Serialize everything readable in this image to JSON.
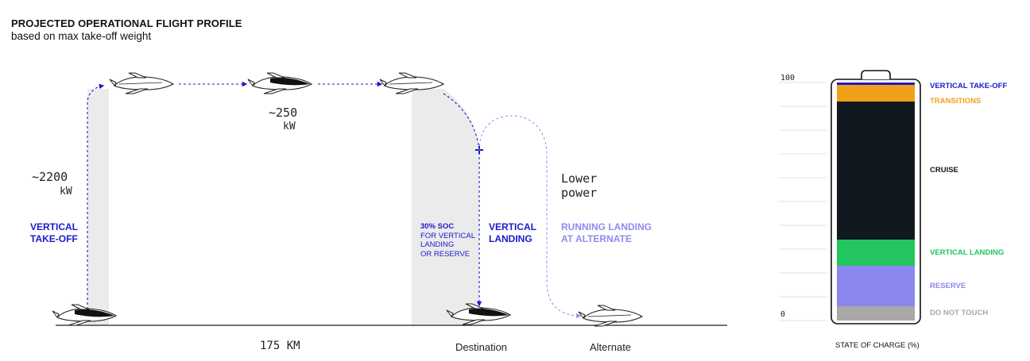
{
  "header": {
    "title": "PROJECTED OPERATIONAL FLIGHT PROFILE",
    "subtitle": "based on max take-off weight"
  },
  "profile": {
    "takeoff_power": "~2200",
    "takeoff_power_unit": "kW",
    "cruise_power": "~250",
    "cruise_power_unit": "kW",
    "lower_power_line1": "Lower",
    "lower_power_line2": "power",
    "vertical_takeoff_line1": "VERTICAL",
    "vertical_takeoff_line2": "TAKE-OFF",
    "soc_line1": "30% SOC",
    "soc_line2": "FOR VERTICAL",
    "soc_line3": "LANDING",
    "soc_line4": "OR RESERVE",
    "vertical_landing_line1": "VERTICAL",
    "vertical_landing_line2": "LANDING",
    "running_landing_line1": "RUNNING LANDING",
    "running_landing_line2": "AT ALTERNATE",
    "distance": "175 KM",
    "destination": "Destination",
    "alternate": "Alternate"
  },
  "battery": {
    "tick_top": "100",
    "tick_bottom": "0",
    "axis_title": "STATE OF CHARGE (%)",
    "segments": [
      {
        "name": "VERTICAL TAKE-OFF",
        "color": "#1a1acc",
        "percent": 1
      },
      {
        "name": "TRANSITIONS",
        "color": "#f0a018",
        "percent": 7
      },
      {
        "name": "CRUISE",
        "color": "#111820",
        "percent": 58
      },
      {
        "name": "VERTICAL LANDING",
        "color": "#22c55e",
        "percent": 11
      },
      {
        "name": "RESERVE",
        "color": "#8b87f0",
        "percent": 17
      },
      {
        "name": "DO NOT TOUCH",
        "color": "#a8a8a8",
        "percent": 6
      }
    ]
  },
  "colors": {
    "accent_blue": "#1a1acc",
    "accent_purple": "#8e8cf0",
    "shade": "#ebebeb"
  }
}
